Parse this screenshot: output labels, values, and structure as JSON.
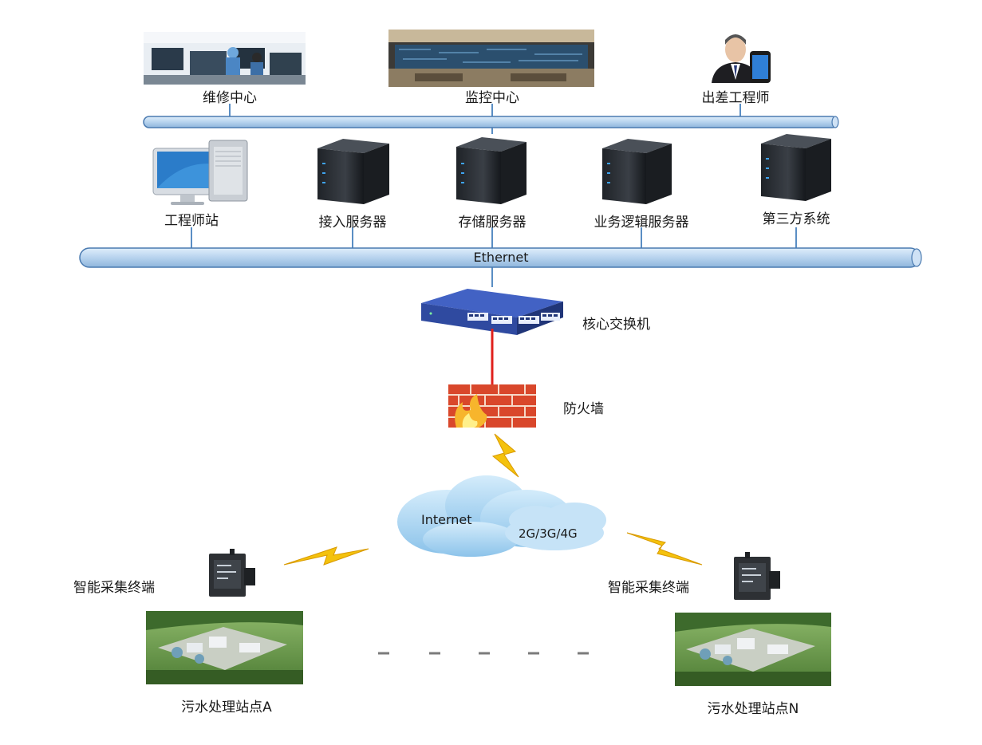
{
  "top_nodes": [
    {
      "id": "maint",
      "label": "维修中心",
      "icon": "office-photo"
    },
    {
      "id": "monitor",
      "label": "监控中心",
      "icon": "control-room-photo"
    },
    {
      "id": "engineer_mobile",
      "label": "出差工程师",
      "icon": "engineer-with-phone"
    }
  ],
  "server_nodes": [
    {
      "id": "eng_station",
      "label": "工程师站",
      "icon": "workstation-icon"
    },
    {
      "id": "access_server",
      "label": "接入服务器",
      "icon": "server-icon"
    },
    {
      "id": "storage_server",
      "label": "存储服务器",
      "icon": "server-icon"
    },
    {
      "id": "logic_server",
      "label": "业务逻辑服务器",
      "icon": "server-icon"
    },
    {
      "id": "third_party",
      "label": "第三方系统",
      "icon": "server-icon"
    }
  ],
  "ethernet_label": "Ethernet",
  "core_switch_label": "核心交换机",
  "firewall_label": "防火墙",
  "cloud": {
    "internet_label": "Internet",
    "mobile_label": "2G/3G/4G"
  },
  "terminal_label_left": "智能采集终端",
  "terminal_label_right": "智能采集终端",
  "site_left_label": "污水处理站点A",
  "site_right_label": "污水处理站点N",
  "colors": {
    "bus_fill": "#b7d3ee",
    "bus_stroke": "#4a7ab0",
    "link_line": "#5a8ec4",
    "firewall_link": "#e0201c",
    "lightning": "#f4c20d",
    "cloud": "#a9d3f0",
    "switch_body": "#2f4aa0"
  }
}
